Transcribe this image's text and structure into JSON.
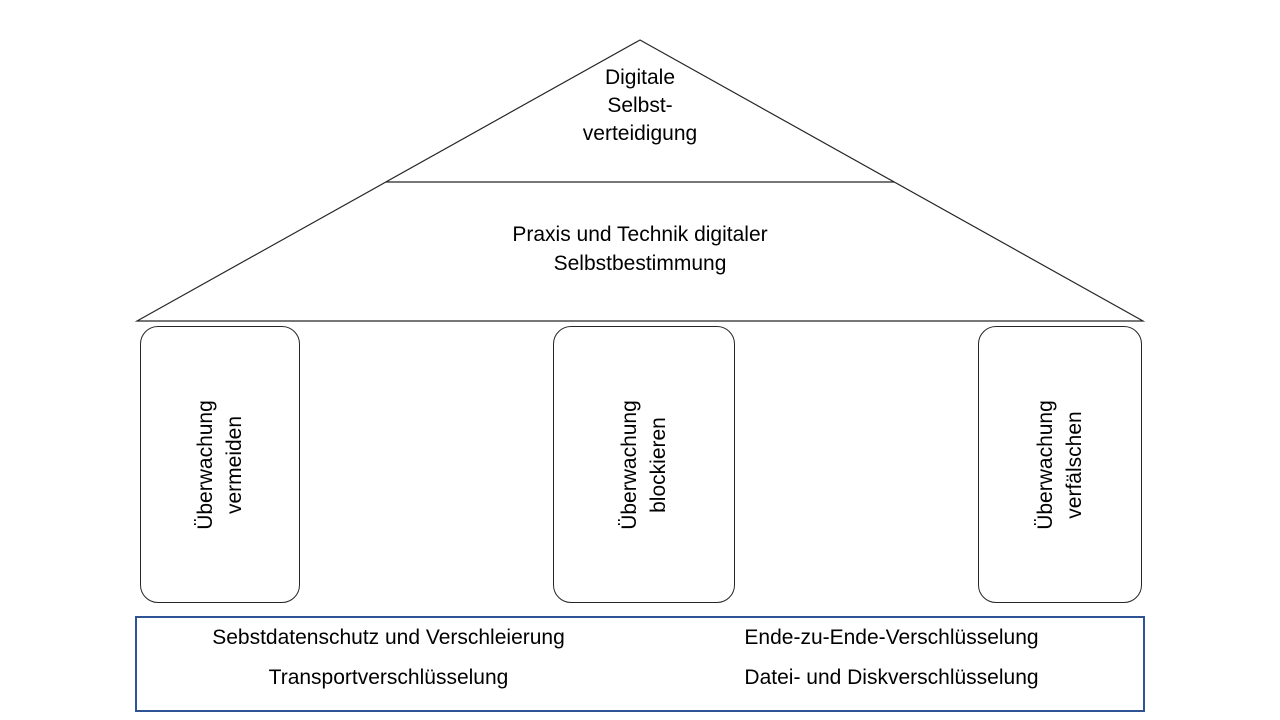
{
  "diagram": {
    "roof": {
      "title_lines": [
        "Digitale",
        "Selbst-",
        "verteidigung"
      ]
    },
    "middle": {
      "lines": [
        "Praxis und Technik digitaler",
        "Selbstbestimmung"
      ]
    },
    "pillars": [
      {
        "lines": [
          "Überwachung",
          "vermeiden"
        ]
      },
      {
        "lines": [
          "Überwachung",
          "blockieren"
        ]
      },
      {
        "lines": [
          "Überwachung",
          "verfälschen"
        ]
      }
    ],
    "base": {
      "items": [
        "Sebstdatenschutz und Verschleierung",
        "Ende-zu-Ende-Verschlüsselung",
        "Transportverschlüsselung",
        "Datei- und Diskverschlüsselung"
      ]
    },
    "colors": {
      "shape_line": "#262626",
      "base_border": "#2f5496",
      "text": "#000000",
      "background": "#ffffff"
    }
  }
}
